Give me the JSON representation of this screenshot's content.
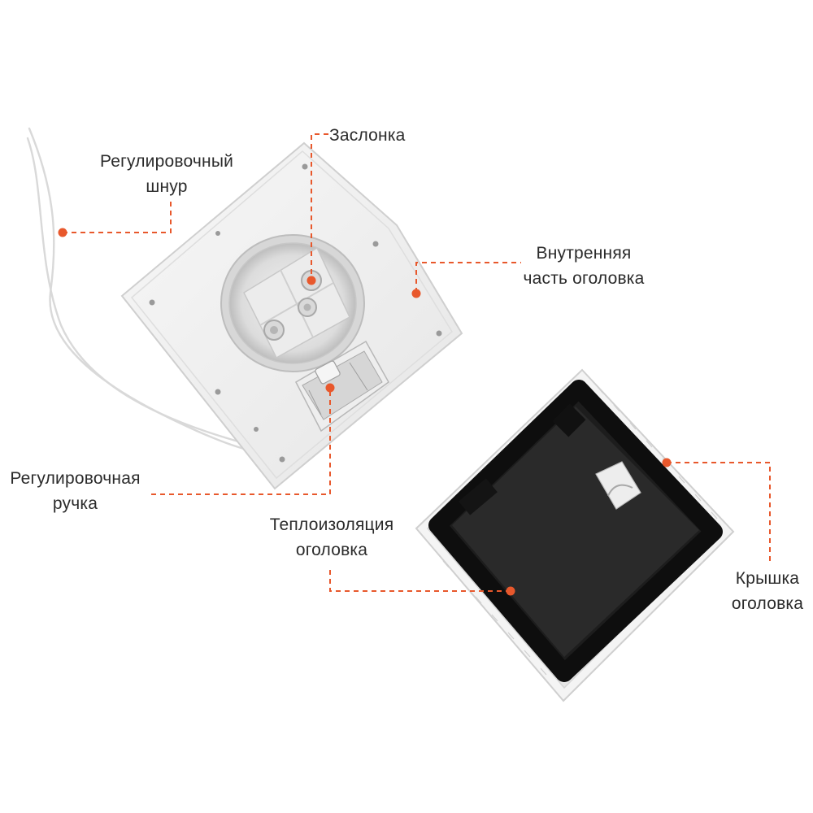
{
  "accent_color": "#e8582c",
  "labels": {
    "cord": [
      "Регулировочный",
      "шнур"
    ],
    "damper": "Заслонка",
    "inner": [
      "Внутренняя",
      "часть оголовка"
    ],
    "handle": [
      "Регулировочная",
      "ручка"
    ],
    "insulation": [
      "Теплоизоляция",
      "оголовка"
    ],
    "cover": [
      "Крышка",
      "оголовка"
    ]
  }
}
